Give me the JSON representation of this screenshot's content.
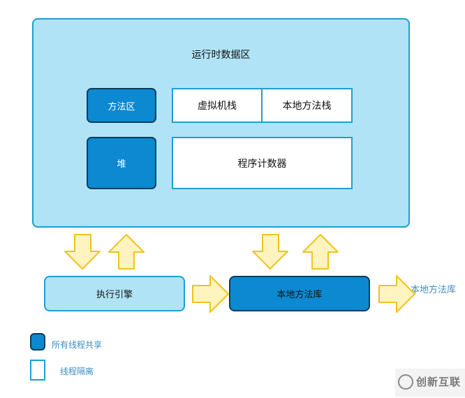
{
  "runtime_area": {
    "title": "运行时数据区"
  },
  "method_area": {
    "label": "方法区"
  },
  "heap": {
    "label": "堆"
  },
  "vm_stack": {
    "label": "虚拟机栈"
  },
  "native_method_stack": {
    "label": "本地方法栈"
  },
  "program_counter": {
    "label": "程序计数器"
  },
  "execution_engine": {
    "label": "执行引擎"
  },
  "native_method_library": {
    "label": "本地方法库"
  },
  "native_method_library_outer": {
    "label": "本地方法库"
  },
  "legend": {
    "shared": "所有线程共享",
    "isolated": "线程隔离"
  },
  "watermark": {
    "text": "创新互联"
  },
  "colors": {
    "shared_fill": "#0c89d0",
    "runtime_fill": "#b0e3f5",
    "border": "#1e9fd0",
    "arrow_fill": "#fff4c0",
    "arrow_stroke": "#f2c21b"
  }
}
